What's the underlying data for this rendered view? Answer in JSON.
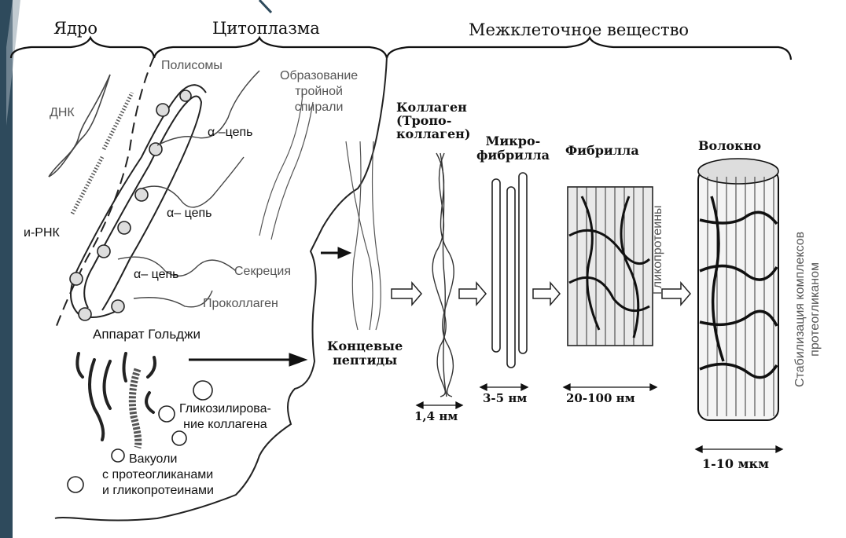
{
  "sections": {
    "nucleus": "Ядро",
    "cytoplasm": "Цитоплазма",
    "intercellular": "Межклеточное вещество"
  },
  "labels": {
    "dna": "ДНК",
    "mrna": "и-РНК",
    "polysomes": "Полисомы",
    "alpha_chain_1": "α –цепь",
    "alpha_chain_2": "α– цепь",
    "alpha_chain_3": "α– цепь",
    "triple_helix": [
      "Образование",
      "тройной",
      "спирали"
    ],
    "secretion": "Секреция",
    "procollagen": "Проколлаген",
    "golgi": "Аппарат Гольджи",
    "glycosylation": [
      "Гликозилирова-",
      "ние коллагена"
    ],
    "vacuoles": [
      "Вакуоли",
      "с протеогликанами",
      "и гликопротеинами"
    ],
    "collagen": [
      "Коллаген",
      "(Тропо-",
      "коллаген)"
    ],
    "end_peptides": [
      "Концевые",
      "пептиды"
    ],
    "microfibril": [
      "Микро-",
      "фибрилла"
    ],
    "fibril": "Фибрилла",
    "fiber": "Волокно",
    "glycoproteins": "Гликопротеины",
    "stabilization": [
      "Стабилизация комплексов",
      "протеогликаном"
    ]
  },
  "scales": {
    "tropocollagen": "1,4 нм",
    "microfibril": "3-5 нм",
    "fibril": "20-100 нм",
    "fiber": "1-10 мкм"
  },
  "colors": {
    "ink": "#1a1a1a",
    "gray_text": "#555555",
    "slide_accent": "#2e4a5c"
  }
}
